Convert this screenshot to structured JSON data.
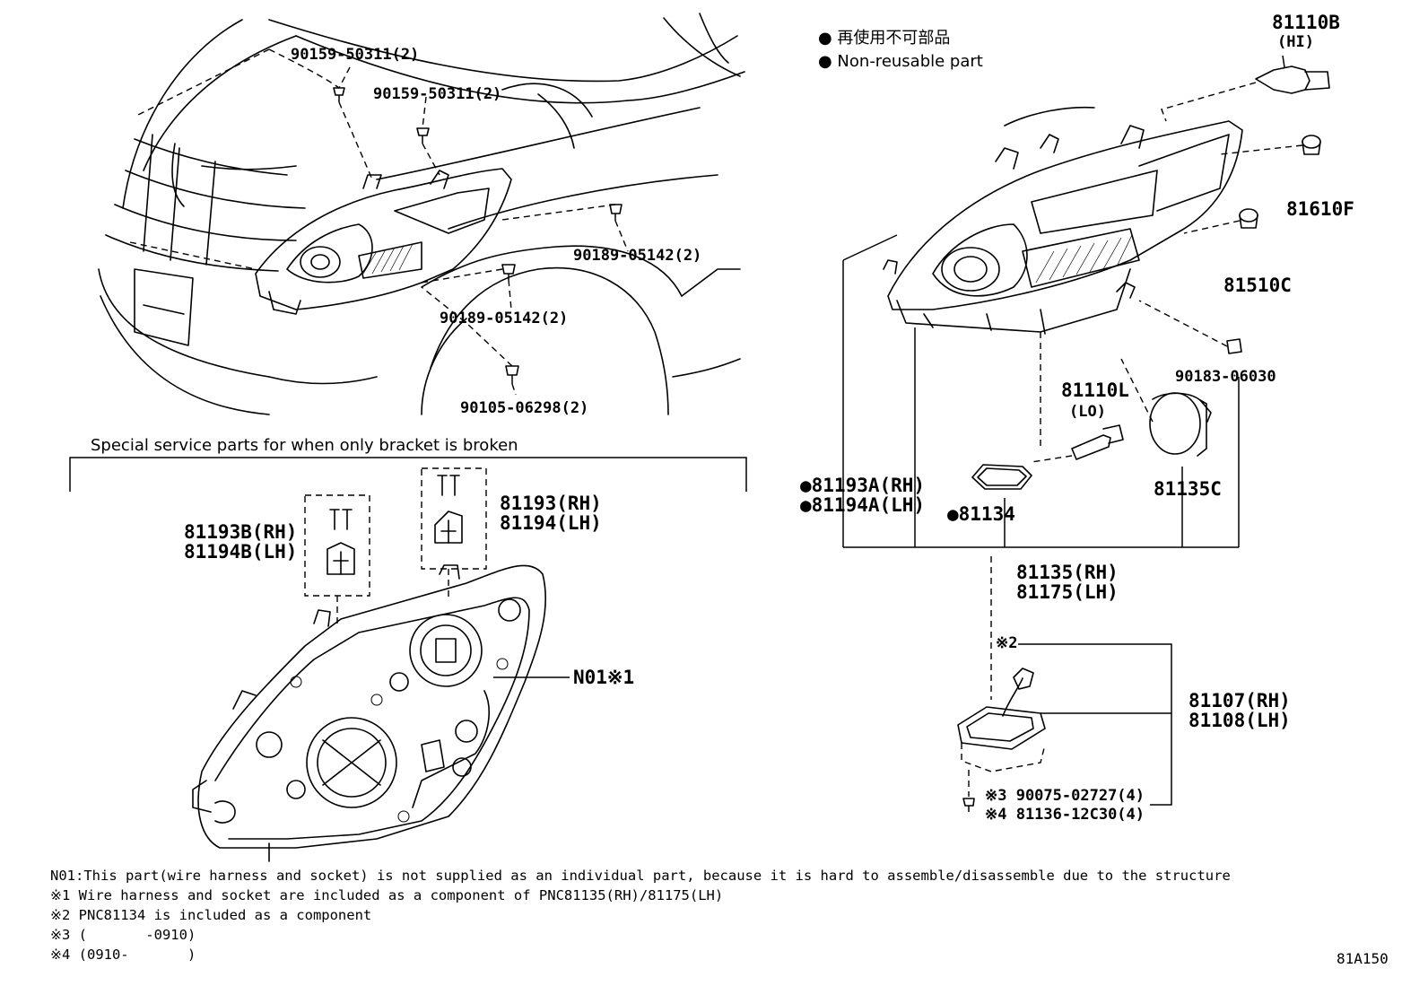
{
  "legend": {
    "jp": "● 再使用不可部品",
    "en": "● Non-reusable part"
  },
  "labels": {
    "bolt_upper_left": "90159-50311(2)",
    "bolt_upper_right": "90159-50311(2)",
    "clip_right": "90189-05142(2)",
    "clip_lower": "90189-05142(2)",
    "bolt_bottom": "90105-06298(2)",
    "hi_bulb": "81110B",
    "hi_bulb_sub": "(HI)",
    "bulb_81610F": "81610F",
    "bulb_81510C": "81510C",
    "clip_90183": "90183-06030",
    "lo_bulb": "81110L",
    "lo_bulb_sub": "(LO)",
    "cover_81135C": "81135C",
    "bracket_a_rh": "●81193A(RH)",
    "bracket_a_lh": "●81194A(LH)",
    "gasket": "●81134",
    "assy_rh": "81135(RH)",
    "assy_lh": "81175(LH)",
    "ballast_note": "※2",
    "ballast_rh": "81107(RH)",
    "ballast_lh": "81108(LH)",
    "screw_3": "※3 90075-02727(4)",
    "screw_4": "※4 81136-12C30(4)",
    "special_heading": "Special service parts for when only bracket is broken",
    "bracket_b_rh": "81193B(RH)",
    "bracket_b_lh": "81194B(LH)",
    "bracket_rh": "81193(RH)",
    "bracket_lh": "81194(LH)",
    "n01": "N01※1",
    "code": "81A150"
  },
  "notes": [
    "N01:This part(wire harness and socket) is not supplied as an individual part, because it is hard to assemble/disassemble due to the structure",
    "※1 Wire harness and socket are included as a component of PNC81135(RH)/81175(LH)",
    "※2 PNC81134 is included as a component",
    "※3 (       -0910)",
    "※4 (0910-       )"
  ]
}
